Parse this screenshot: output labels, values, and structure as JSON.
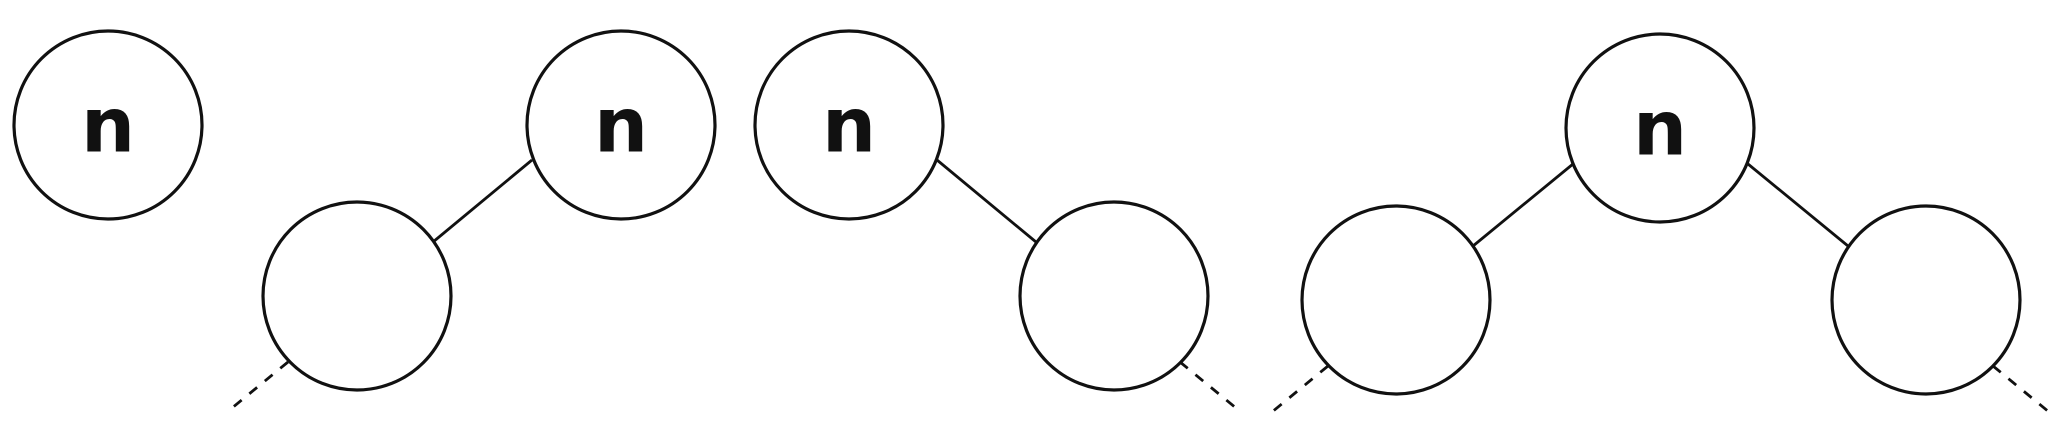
{
  "diagrams": [
    {
      "nodes": [
        {
          "label": "n"
        }
      ]
    },
    {
      "nodes": [
        {
          "label": "n"
        },
        {
          "label": ""
        }
      ]
    },
    {
      "nodes": [
        {
          "label": "n"
        },
        {
          "label": ""
        }
      ]
    },
    {
      "nodes": [
        {
          "label": "n"
        },
        {
          "label": ""
        },
        {
          "label": ""
        }
      ]
    }
  ],
  "colors": {
    "stroke": "#111111",
    "background": "#ffffff"
  }
}
